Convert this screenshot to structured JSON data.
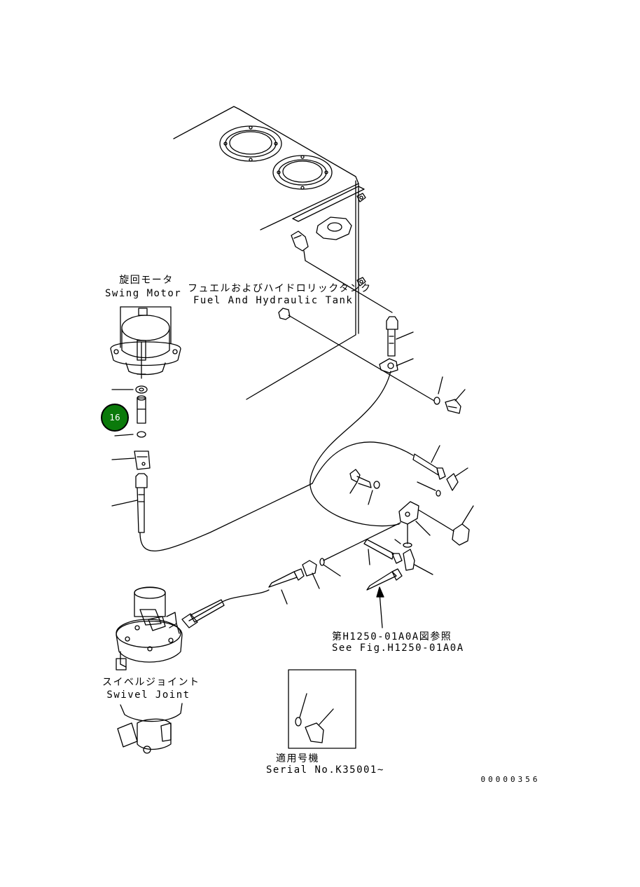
{
  "labels": {
    "swing_motor_jp": "旋回モータ",
    "swing_motor_en": "Swing Motor",
    "tank_jp": "フュエルおよびハイドロリックタンク",
    "tank_en": "Fuel And Hydraulic Tank",
    "see_fig_jp": "第H1250-01A0A図参照",
    "see_fig_en": "See Fig.H1250-01A0A",
    "swivel_jp": "スイベルジョイント",
    "swivel_en": "Swivel Joint",
    "serial_jp": "適用号機",
    "serial_en": "Serial No.K35001~",
    "drawing_no": "00000356"
  },
  "callout": {
    "number": "16",
    "color": "#0b7a0b"
  }
}
